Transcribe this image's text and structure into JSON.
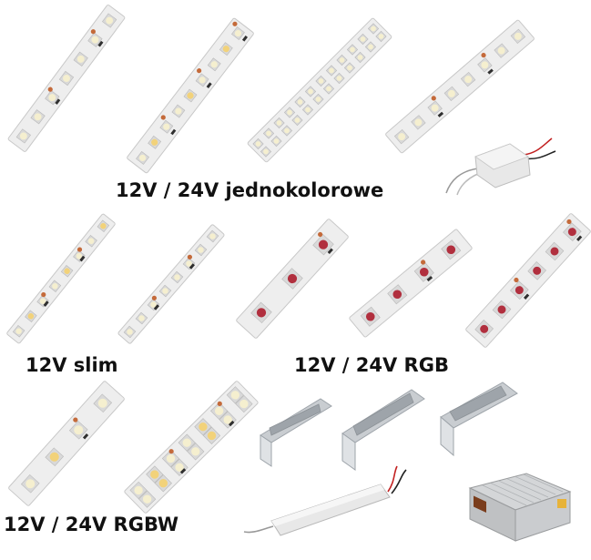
{
  "captions": {
    "monochrome": "12V / 24V jednokolorowe",
    "slim": "12V slim",
    "rgb": "12V / 24V RGB",
    "rgbw": "12V / 24V RGBW"
  },
  "colors": {
    "strip_base": "#eeeeee",
    "strip_edge": "#c8c8c8",
    "led_white": "#f5efcf",
    "led_warm": "#f2d27a",
    "led_frame": "#d9d9d9",
    "pad_copper": "#c46a3a",
    "resistor": "#2f2f2f",
    "rgb_led": "#b12f3e",
    "aluminum": "#c9cdd1",
    "aluminum_dark": "#9ea4aa",
    "psu_body": "#e8e8e8",
    "wire_red": "#c22020",
    "wire_black": "#222222"
  }
}
